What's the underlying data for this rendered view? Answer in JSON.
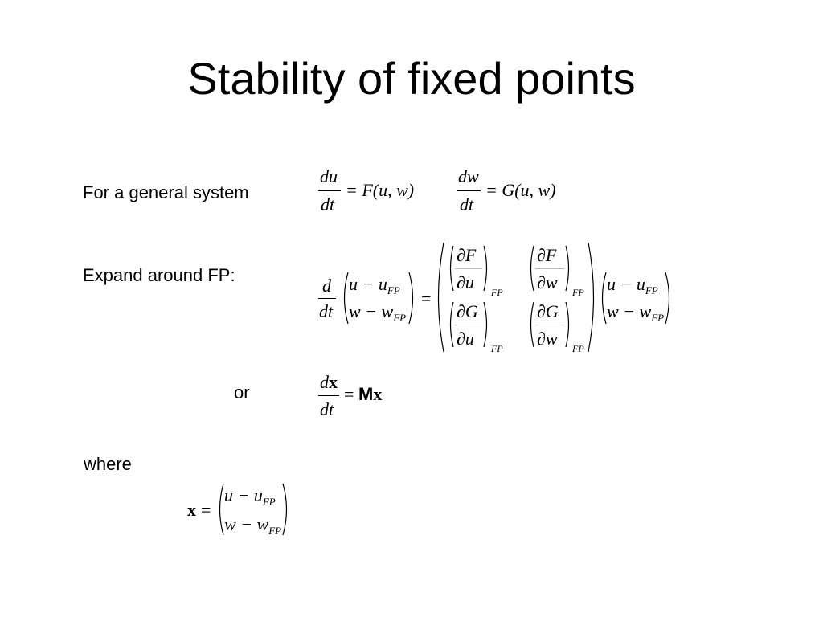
{
  "slide": {
    "title": "Stability of fixed points"
  },
  "labels": {
    "general_system": "For a general system",
    "expand": "Expand around FP:",
    "or": "or",
    "where": "where"
  },
  "eq1": {
    "du": "du",
    "dt": "dt",
    "rhs_u": "= F(u, w)",
    "dw": "dw",
    "rhs_w": "= G(u, w)"
  },
  "eq2": {
    "d": "d",
    "dt": "dt",
    "u_row": "u − u",
    "w_row": "w − w",
    "sub": "FP",
    "equals": "=",
    "partial_F": "∂F",
    "partial_G": "∂G",
    "partial_u": "∂u",
    "partial_w": "∂w"
  },
  "eq3": {
    "d": "d",
    "x": "x",
    "dt": "dt",
    "equals": "=",
    "M": "M",
    "x2": "x"
  },
  "eq4": {
    "x": "x",
    "equals": "=",
    "u_row": "u − u",
    "w_row": "w − w",
    "sub": "FP"
  }
}
